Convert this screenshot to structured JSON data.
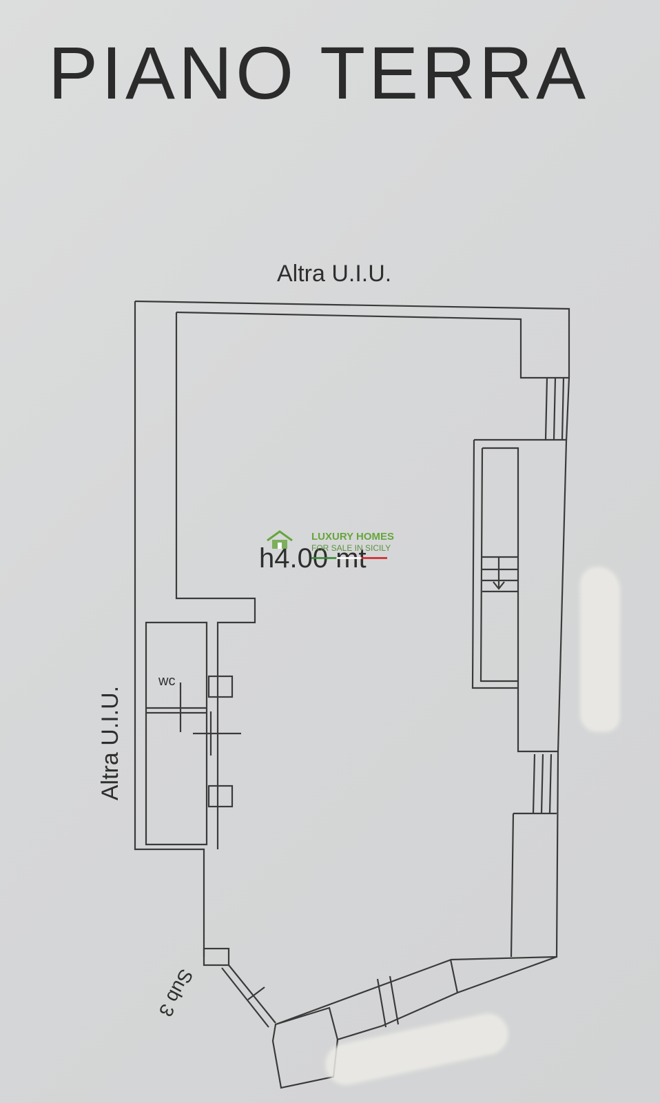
{
  "title": "PIANO TERRA",
  "labels": {
    "top_neighbor": "Altra U.I.U.",
    "left_neighbor": "Altra U.I.U.",
    "sub": "Sub 3",
    "wc": "wc",
    "height": "h4.00 mt"
  },
  "watermark": {
    "brand": "LUXURY HOMES",
    "tagline": "FOR SALE IN SICILY",
    "icon": "house-logo-icon",
    "colors": {
      "green": "#5aa02c",
      "red": "#d12b2b"
    }
  },
  "colors": {
    "paper": "#d9dadb",
    "ink": "#2e2e2e"
  }
}
